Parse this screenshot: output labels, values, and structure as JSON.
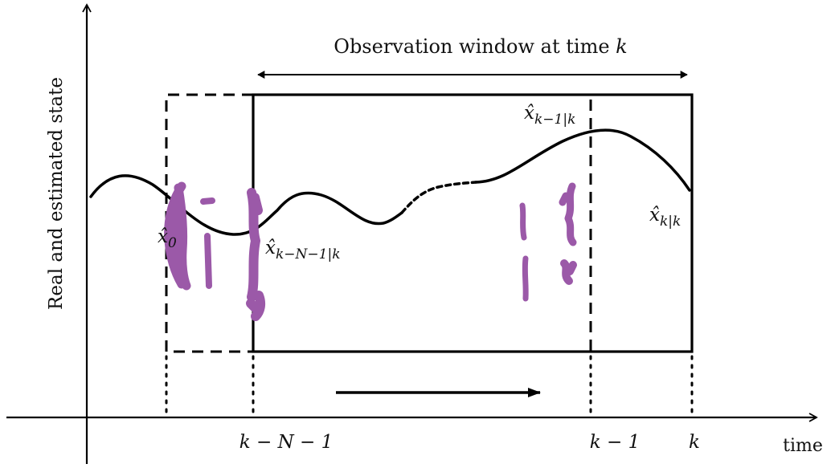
{
  "diagram": {
    "title": "Observation window at time ",
    "title_var": "k",
    "y_axis_label": "Real and estimated state",
    "x_axis_label": "time",
    "ticks": {
      "k_minus_N_minus_1": "k − N − 1",
      "k_minus_1": "k − 1",
      "k": "k"
    },
    "estimates": {
      "x0": {
        "base": "x̂",
        "sub": "0"
      },
      "x_kN1": {
        "base": "x̂",
        "sub": "k−N−1|k"
      },
      "x_k1": {
        "base": "x̂",
        "sub": "k−1|k"
      },
      "x_k": {
        "base": "x̂",
        "sub": "k|k"
      }
    },
    "colors": {
      "ink": "#000000",
      "annotation": "#9b59a8"
    }
  }
}
